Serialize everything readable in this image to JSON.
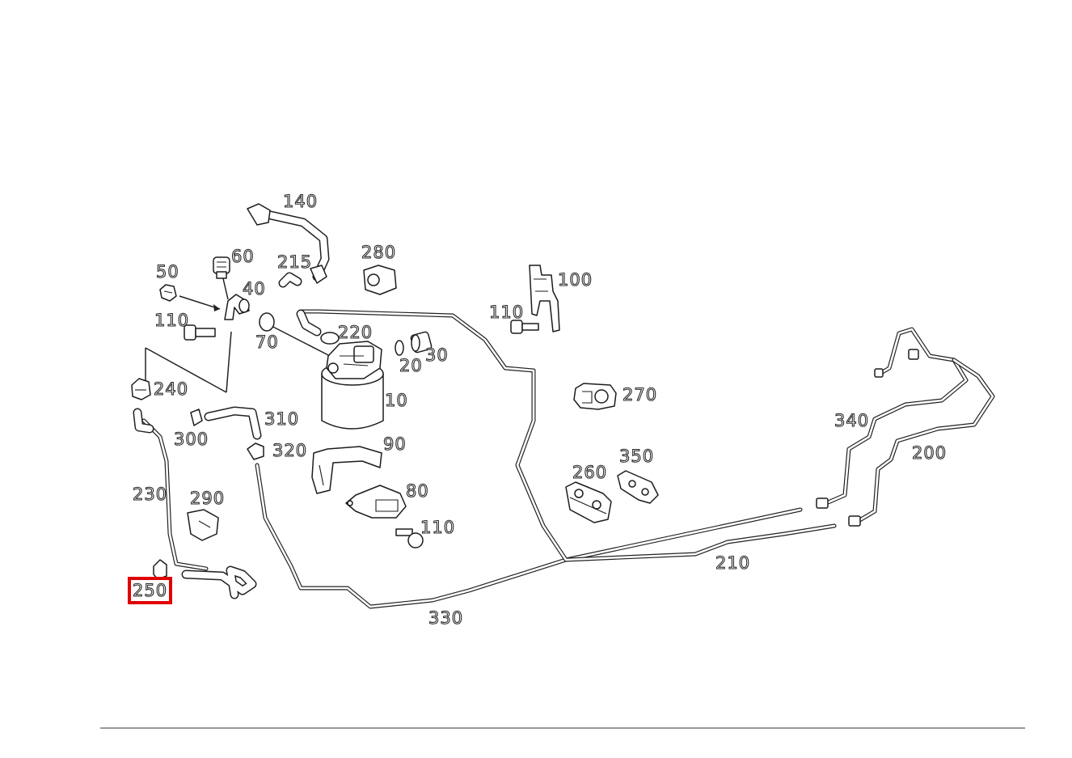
{
  "diagram": {
    "highlight_color": "#e00000",
    "highlighted_label": "250",
    "labels": {
      "p10": "10",
      "p20": "20",
      "p30": "30",
      "p40": "40",
      "p50": "50",
      "p60": "60",
      "p70": "70",
      "p80": "80",
      "p90": "90",
      "p100": "100",
      "p110a": "110",
      "p110b": "110",
      "p110c": "110",
      "p140": "140",
      "p200": "200",
      "p210": "210",
      "p215": "215",
      "p220": "220",
      "p230": "230",
      "p240": "240",
      "p250": "250",
      "p260": "260",
      "p270": "270",
      "p280": "280",
      "p290": "290",
      "p300": "300",
      "p310": "310",
      "p320": "320",
      "p330": "330",
      "p340": "340",
      "p350": "350"
    }
  }
}
